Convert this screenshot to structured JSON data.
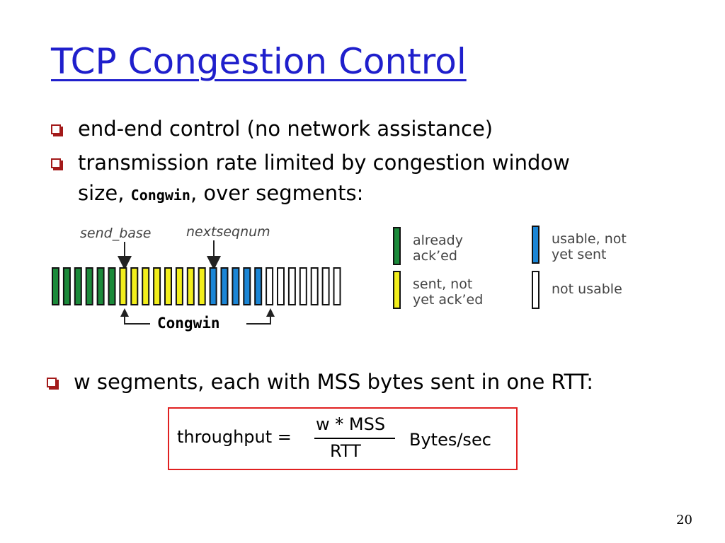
{
  "title": "TCP Congestion Control",
  "bullets": {
    "b1": "end-end control (no network assistance)",
    "b2_line1": "transmission rate limited by congestion window",
    "b2_line2_pre": "size, ",
    "b2_code": "Congwin",
    "b2_line2_post": ", over segments:",
    "b3": "w segments, each with MSS bytes sent in one RTT:"
  },
  "diagram": {
    "send_base_label": "send_base",
    "nextseqnum_label": "nextseqnum",
    "congwin_label": "Congwin",
    "segments": [
      "acked",
      "acked",
      "acked",
      "acked",
      "acked",
      "acked",
      "sent",
      "sent",
      "sent",
      "sent",
      "sent",
      "sent",
      "sent",
      "sent",
      "usable",
      "usable",
      "usable",
      "usable",
      "usable",
      "unusable",
      "unusable",
      "unusable",
      "unusable",
      "unusable",
      "unusable",
      "unusable"
    ],
    "legend": [
      {
        "kind": "acked",
        "line1": "already",
        "line2": "ack’ed"
      },
      {
        "kind": "sent",
        "line1": "sent, not",
        "line2": "yet ack’ed"
      },
      {
        "kind": "usable",
        "line1": "usable, not",
        "line2": "yet sent"
      },
      {
        "kind": "unusable",
        "line1": "not usable",
        "line2": ""
      }
    ],
    "colors": {
      "acked": "#1b8a3a",
      "sent": "#f2ee1c",
      "usable": "#1b86d6",
      "unusable": "#ffffff",
      "label_gray": "#444444"
    }
  },
  "formula": {
    "lhs": "throughput =",
    "numerator": "w * MSS",
    "denominator": "RTT",
    "unit": "Bytes/sec"
  },
  "page_number": "20"
}
